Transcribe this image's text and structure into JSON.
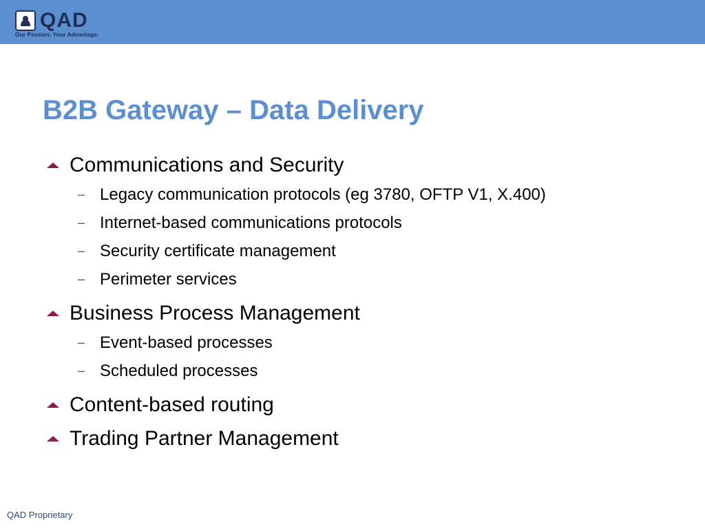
{
  "header": {
    "logo_text": "QAD",
    "tagline": "Our Passion. Your Advantage.",
    "bar_color": "#5b8fcf"
  },
  "title": "B2B Gateway – Data Delivery",
  "bullets": [
    {
      "text": "Communications and Security",
      "sub": [
        "Legacy communication protocols (eg 3780, OFTP V1, X.400)",
        "Internet-based communications protocols",
        "Security certificate management",
        "Perimeter services"
      ]
    },
    {
      "text": "Business Process Management",
      "sub": [
        "Event-based processes",
        "Scheduled processes"
      ]
    },
    {
      "text": "Content-based routing",
      "sub": []
    },
    {
      "text": "Trading Partner Management",
      "sub": []
    }
  ],
  "sub_marker": "–",
  "bullet_marker_icon": "triangle-up-icon",
  "footer": "QAD Proprietary",
  "colors": {
    "title": "#5b8fcf",
    "bullet_marker": "#8b1a4f",
    "logo": "#1f2f5a"
  }
}
